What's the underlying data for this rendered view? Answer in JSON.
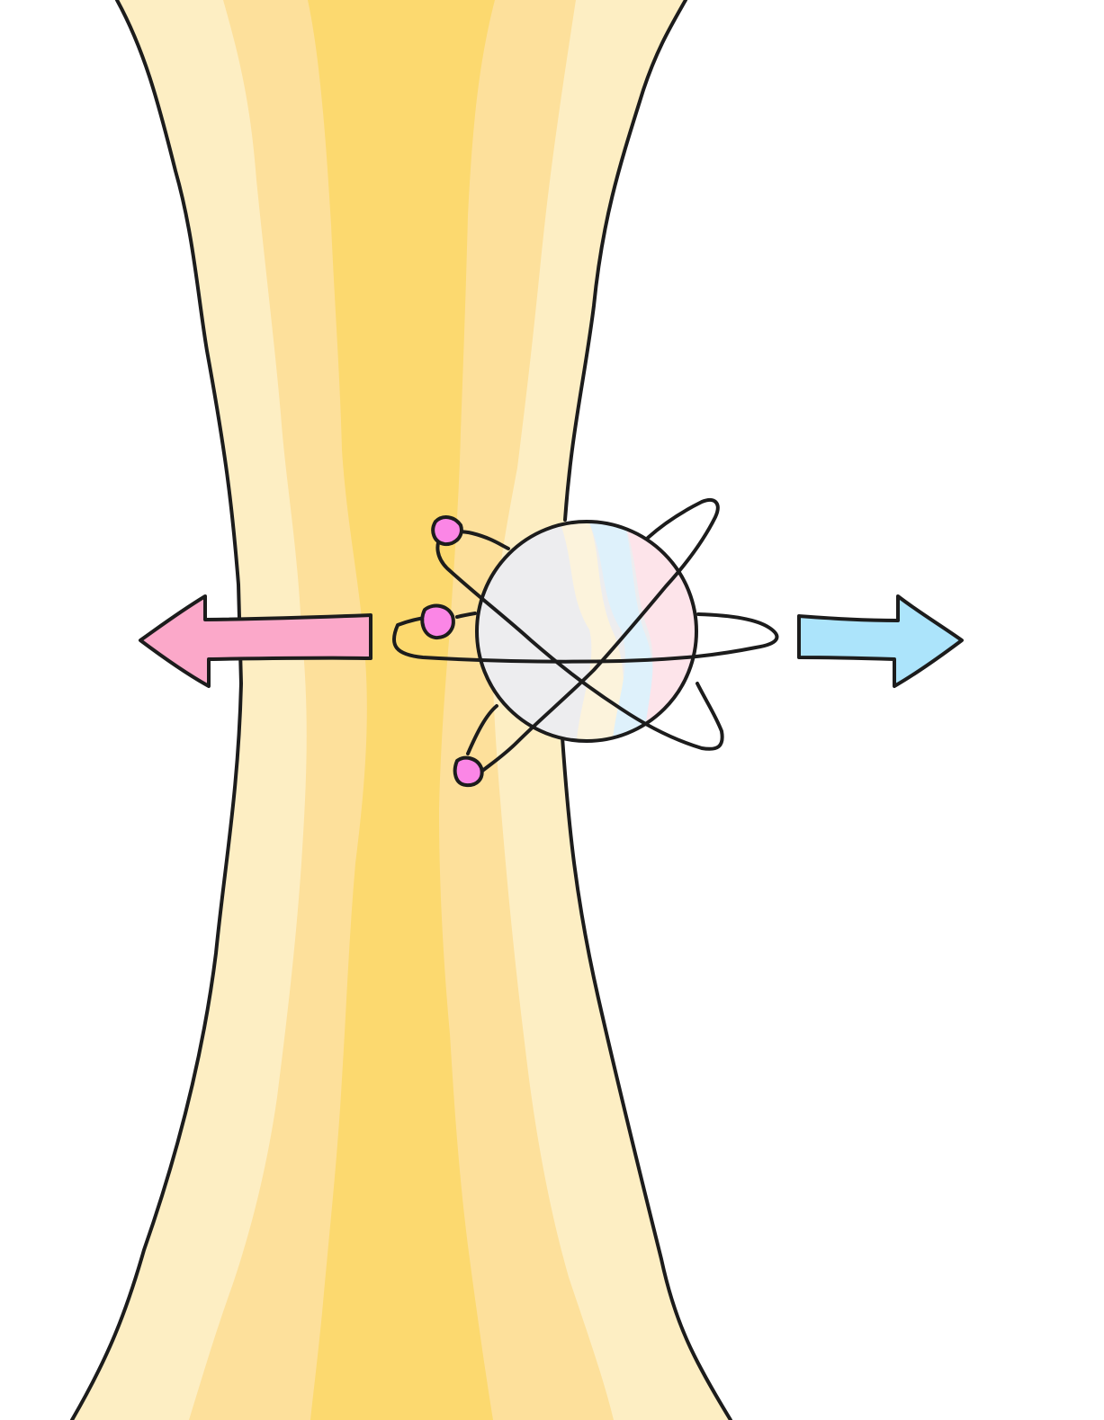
{
  "diagram": {
    "description_elements": [
      "laser-beam-focus",
      "atom",
      "left-arrow",
      "right-arrow"
    ],
    "colors": {
      "beam_outer": "#fdeec3",
      "beam_middle": "#fde09b",
      "beam_core": "#fcd96f",
      "outline": "#1c1c1c",
      "left_arrow": "#fba8c9",
      "right_arrow": "#ace4fb",
      "electron": "#fb86e6",
      "nucleus_base": "#ededef",
      "nucleus_tint_yellow": "#fcf3dc",
      "nucleus_tint_blue": "#def1fb",
      "nucleus_tint_pink": "#fde4ea"
    },
    "icons": {
      "left_arrow": "arrow-left-icon",
      "right_arrow": "arrow-right-icon",
      "atom": "atom-icon"
    }
  }
}
